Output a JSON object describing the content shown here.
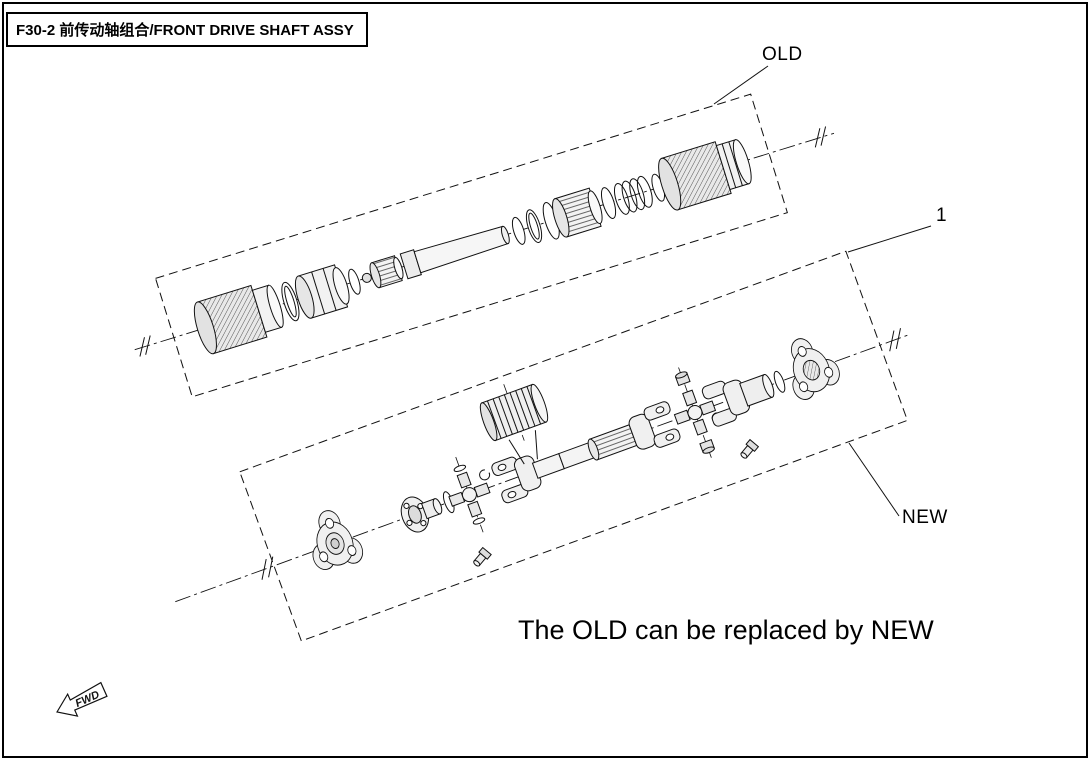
{
  "page": {
    "title": "F30-2 前传动轴组合/FRONT DRIVE SHAFT ASSY",
    "background_color": "#ffffff",
    "line_color": "#111111"
  },
  "labels": {
    "old": "OLD",
    "item_number": "1",
    "new": "NEW",
    "caption": "The OLD can be replaced by NEW",
    "fwd": "FWD"
  }
}
